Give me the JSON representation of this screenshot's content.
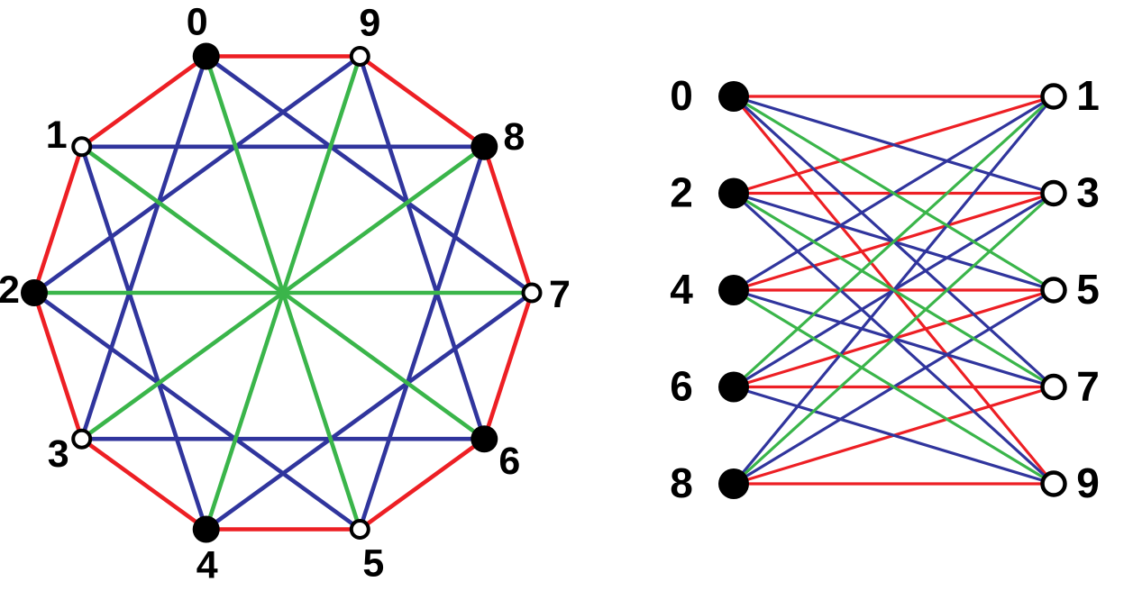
{
  "colors": {
    "red": "#ED1F24",
    "blue": "#30359D",
    "green": "#3AB54A",
    "node_filled": "#000000",
    "node_open_fill": "#ffffff",
    "node_open_stroke": "#000000",
    "background": "#ffffff",
    "label": "#000000"
  },
  "vertices": [
    {
      "label": "0",
      "filled": true
    },
    {
      "label": "1",
      "filled": false
    },
    {
      "label": "2",
      "filled": true
    },
    {
      "label": "3",
      "filled": false
    },
    {
      "label": "4",
      "filled": true
    },
    {
      "label": "5",
      "filled": false
    },
    {
      "label": "6",
      "filled": true
    },
    {
      "label": "7",
      "filled": false
    },
    {
      "label": "8",
      "filled": true
    },
    {
      "label": "9",
      "filled": false
    }
  ],
  "edge_classes": [
    {
      "name": "cycle-edges",
      "color_key": "red",
      "pairs": [
        [
          0,
          1
        ],
        [
          1,
          2
        ],
        [
          2,
          3
        ],
        [
          3,
          4
        ],
        [
          4,
          5
        ],
        [
          5,
          6
        ],
        [
          6,
          7
        ],
        [
          7,
          8
        ],
        [
          8,
          9
        ],
        [
          9,
          0
        ]
      ]
    },
    {
      "name": "distance-3-chords",
      "color_key": "blue",
      "pairs": [
        [
          0,
          3
        ],
        [
          1,
          4
        ],
        [
          2,
          5
        ],
        [
          3,
          6
        ],
        [
          4,
          7
        ],
        [
          5,
          8
        ],
        [
          6,
          9
        ],
        [
          7,
          0
        ],
        [
          8,
          1
        ],
        [
          9,
          2
        ]
      ]
    },
    {
      "name": "diameters",
      "color_key": "green",
      "pairs": [
        [
          0,
          5
        ],
        [
          1,
          6
        ],
        [
          2,
          7
        ],
        [
          3,
          8
        ],
        [
          4,
          9
        ]
      ]
    }
  ],
  "circulant_drawing": {
    "vertex_order_clockwise_from_top_left": [
      "0",
      "9",
      "8",
      "7",
      "6",
      "5",
      "4",
      "3",
      "2",
      "1"
    ]
  },
  "bipartite_drawing": {
    "left_column_top_to_bottom": [
      "0",
      "2",
      "4",
      "6",
      "8"
    ],
    "right_column_top_to_bottom": [
      "1",
      "3",
      "5",
      "7",
      "9"
    ]
  }
}
